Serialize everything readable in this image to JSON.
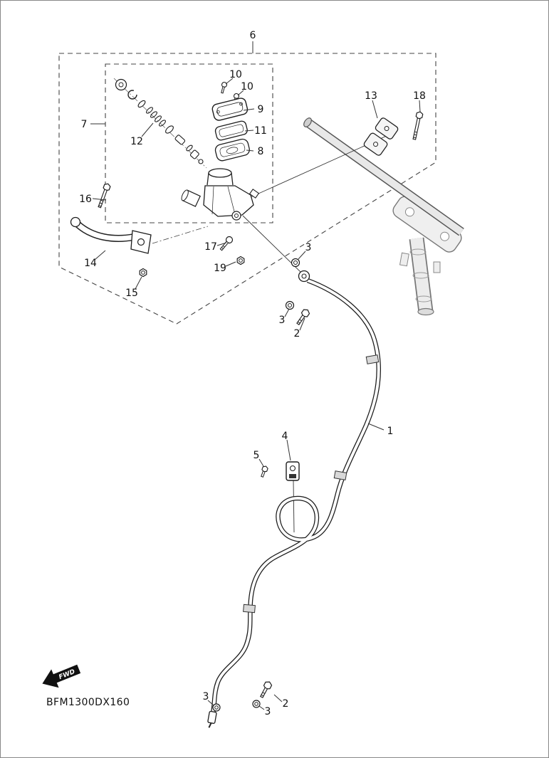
{
  "diagram": {
    "part_code": "BFM1300DX160",
    "fwd_label": "FWD",
    "callouts": [
      {
        "label": "6"
      },
      {
        "label": "10"
      },
      {
        "label": "10"
      },
      {
        "label": "9"
      },
      {
        "label": "11"
      },
      {
        "label": "8"
      },
      {
        "label": "13"
      },
      {
        "label": "18"
      },
      {
        "label": "7"
      },
      {
        "label": "12"
      },
      {
        "label": "16"
      },
      {
        "label": "17"
      },
      {
        "label": "3"
      },
      {
        "label": "14"
      },
      {
        "label": "19"
      },
      {
        "label": "15"
      },
      {
        "label": "3"
      },
      {
        "label": "2"
      },
      {
        "label": "1"
      },
      {
        "label": "4"
      },
      {
        "label": "5"
      },
      {
        "label": "3"
      },
      {
        "label": "2"
      },
      {
        "label": "3"
      }
    ]
  }
}
